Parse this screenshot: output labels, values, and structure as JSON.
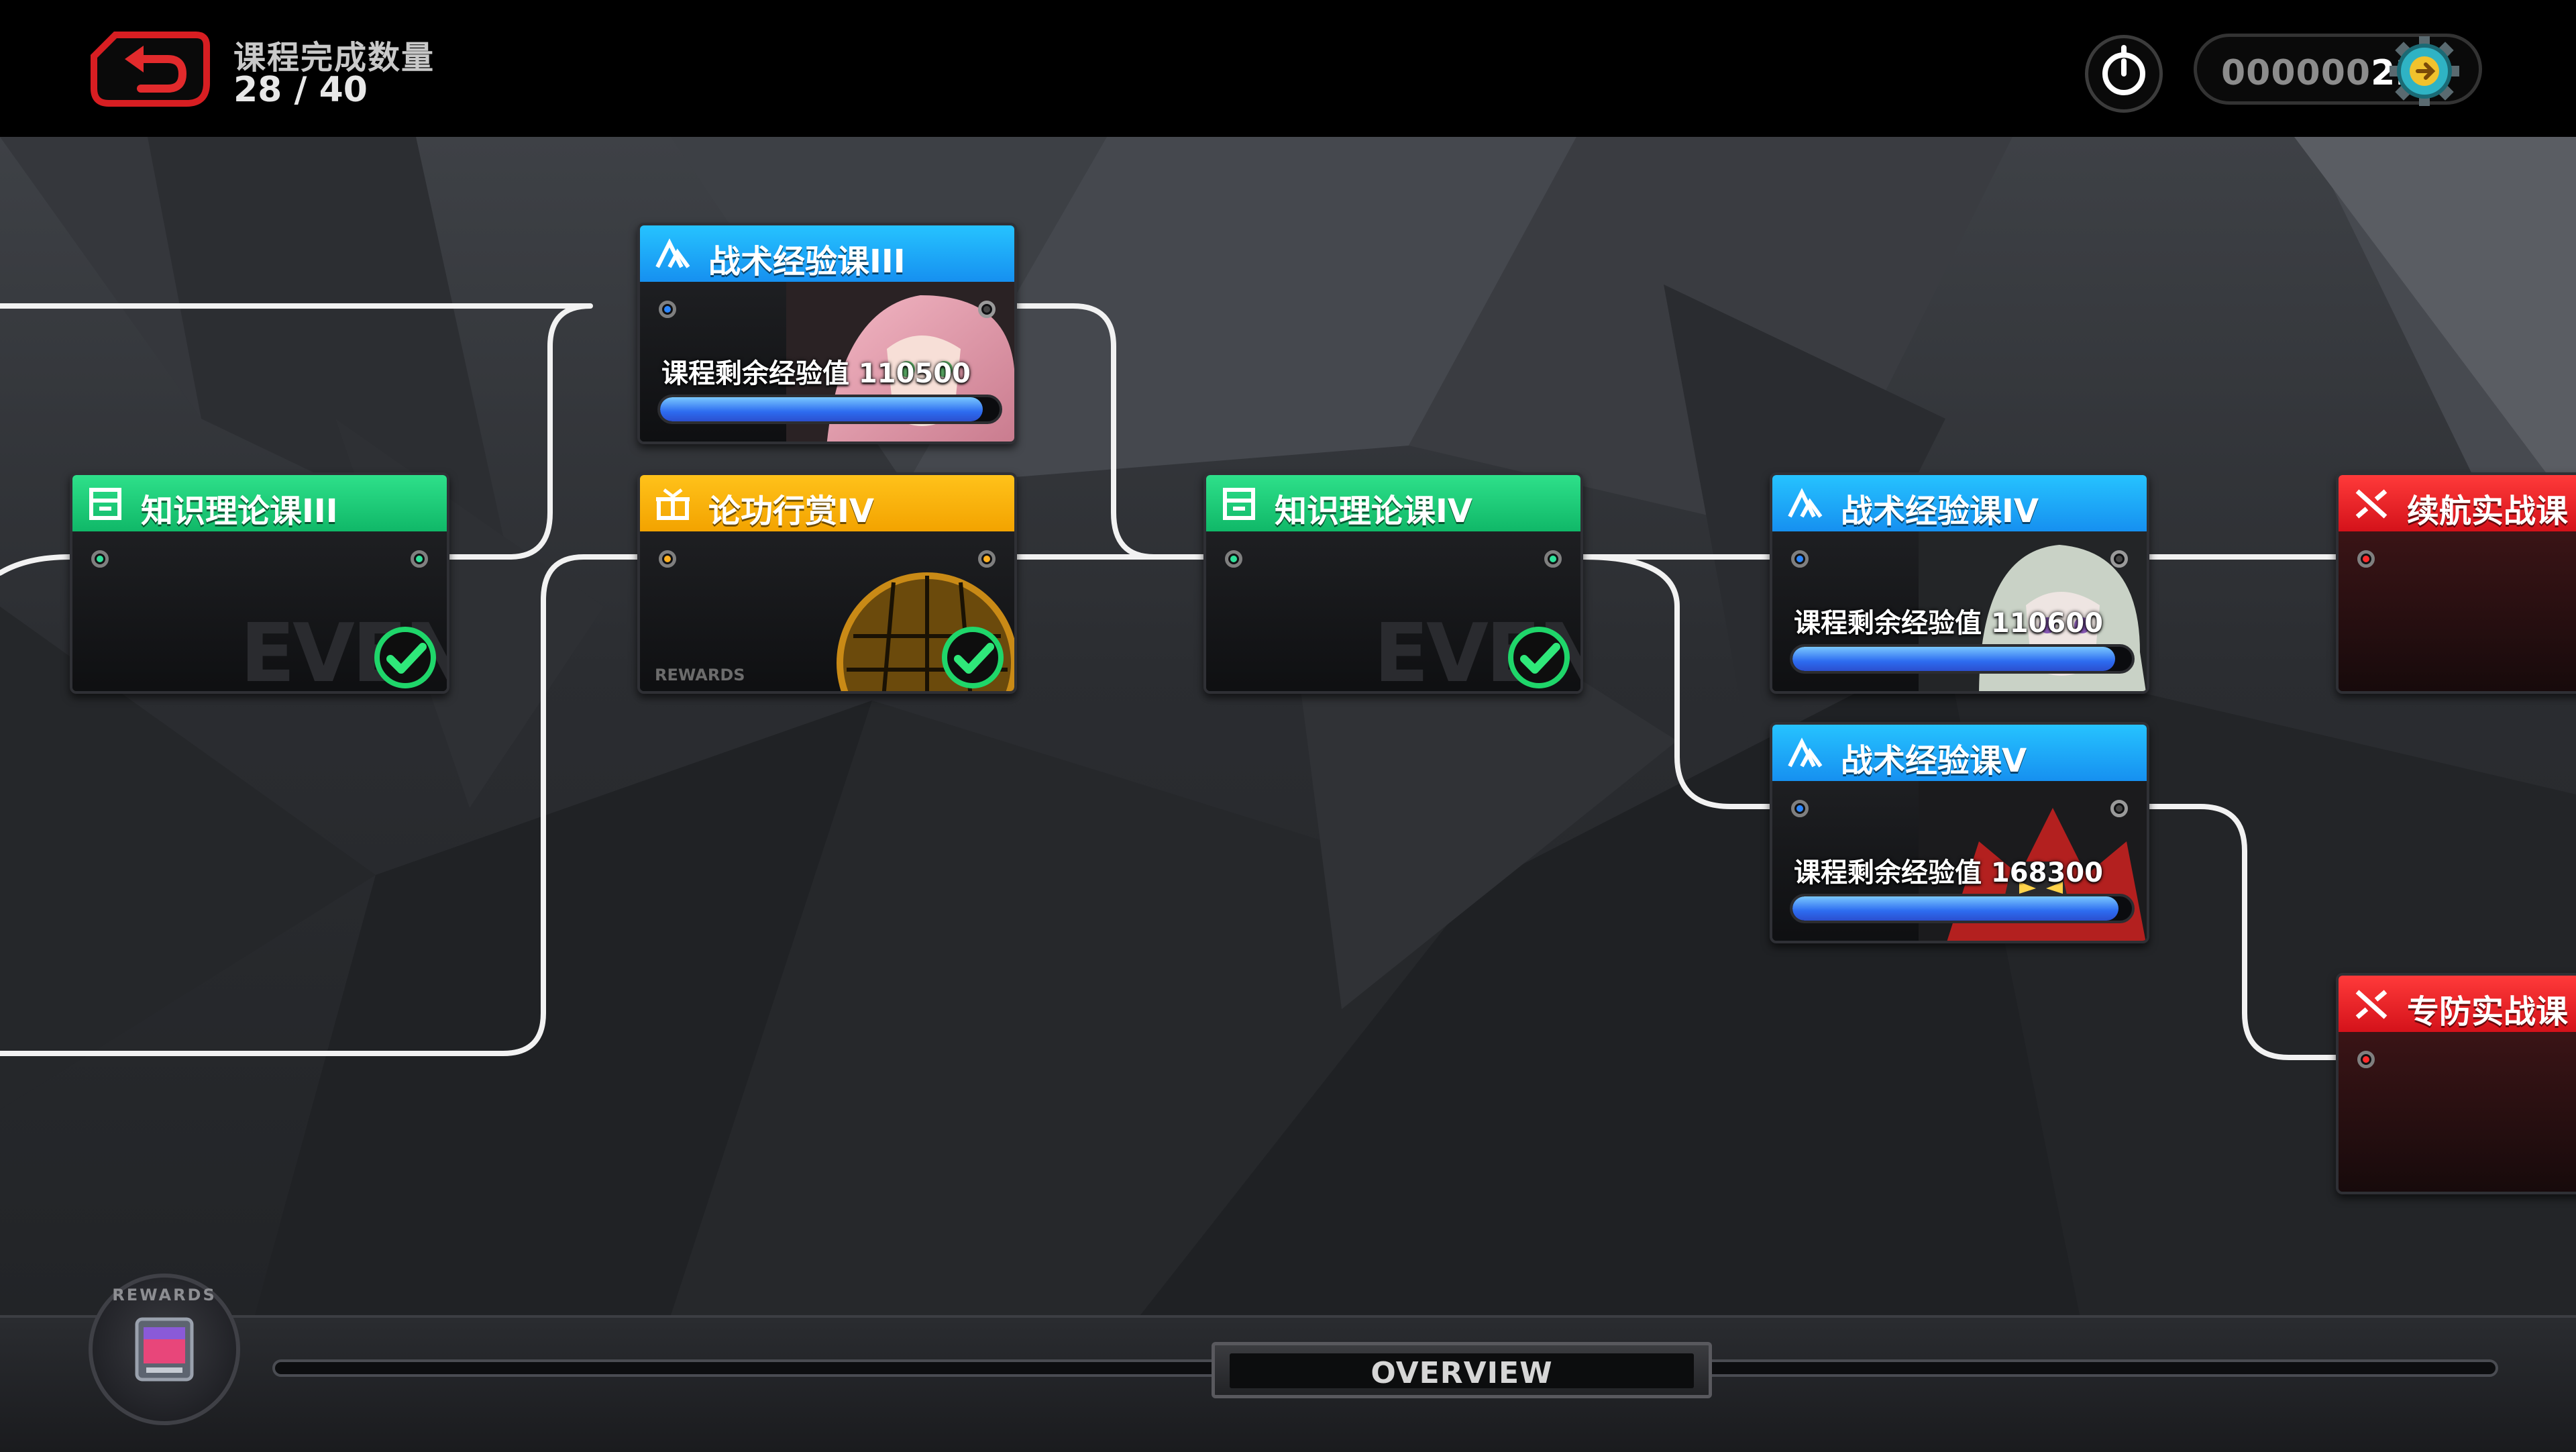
{
  "header": {
    "progress_label": "课程完成数量",
    "progress_count": "28 / 40",
    "currency_dim": "000000",
    "currency_bright": "22"
  },
  "nodes": {
    "knowledge3": {
      "title": "知识理论课III",
      "completed": true
    },
    "tactics3": {
      "title": "战术经验课III",
      "exp_label": "课程剩余经验值 110500",
      "exp_progress": 0.95
    },
    "merit4": {
      "title": "论功行赏IV",
      "completed": true,
      "sub_label": "REWARDS"
    },
    "knowledge4": {
      "title": "知识理论课IV",
      "completed": true
    },
    "tactics4": {
      "title": "战术经验课IV",
      "exp_label": "课程剩余经验值 110600",
      "exp_progress": 0.95
    },
    "tactics5": {
      "title": "战术经验课V",
      "exp_label": "课程剩余经验值 168300",
      "exp_progress": 0.96
    },
    "endurance": {
      "title": "续航实战课"
    },
    "defense": {
      "title": "专防实战课"
    }
  },
  "footer": {
    "overview_label": "OVERVIEW",
    "reward_ring": "REWARDS"
  },
  "watermark": "EVEN",
  "colors": {
    "green": "#1ccf7a",
    "yellow": "#ffb80f",
    "blue": "#1ea8f8",
    "red": "#ec2026",
    "progress_blue": "#2d6cf0",
    "back_red": "#d81e22"
  }
}
